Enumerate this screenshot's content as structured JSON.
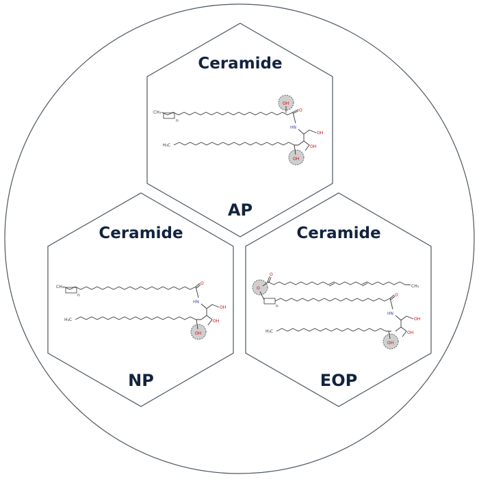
{
  "panels": {
    "ap": {
      "title": "Ceramide",
      "label": "AP"
    },
    "np": {
      "title": "Ceramide",
      "label": "NP"
    },
    "eop": {
      "title": "Ceramide",
      "label": "EOP"
    }
  },
  "atoms": {
    "ch3": "CH₃",
    "h3c": "H₃C",
    "oh": "OH",
    "o": "O",
    "nh": "HN",
    "n": "n"
  },
  "colors": {
    "title": "#12233f",
    "outline": "#4a5560",
    "oxygen": "#d40000",
    "nitrogen": "#3344aa",
    "highlight": "#cfcfcf"
  }
}
